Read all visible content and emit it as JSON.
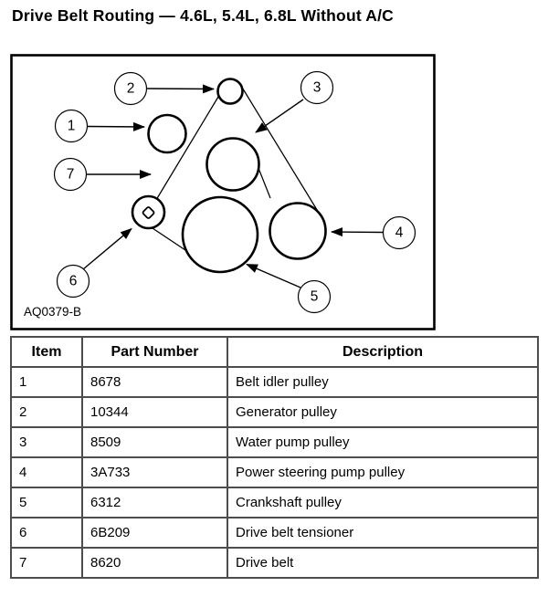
{
  "page": {
    "title": "Drive Belt Routing — 4.6L, 5.4L, 6.8L Without A/C"
  },
  "diagram": {
    "figure_code": "AQ0379-B",
    "callouts": [
      {
        "label": "1"
      },
      {
        "label": "2"
      },
      {
        "label": "3"
      },
      {
        "label": "4"
      },
      {
        "label": "5"
      },
      {
        "label": "6"
      },
      {
        "label": "7"
      }
    ]
  },
  "table": {
    "headers": [
      "Item",
      "Part Number",
      "Description"
    ],
    "rows": [
      [
        "1",
        "8678",
        "Belt idler pulley"
      ],
      [
        "2",
        "10344",
        "Generator pulley"
      ],
      [
        "3",
        "8509",
        "Water pump pulley"
      ],
      [
        "4",
        "3A733",
        "Power steering pump pulley"
      ],
      [
        "5",
        "6312",
        "Crankshaft pulley"
      ],
      [
        "6",
        "6B209",
        "Drive belt tensioner"
      ],
      [
        "7",
        "8620",
        "Drive belt"
      ]
    ]
  }
}
